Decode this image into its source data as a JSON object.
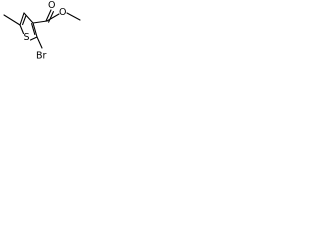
{
  "molecule": {
    "atoms": {
      "sulfur": "S",
      "bromine": "Br",
      "carbonyl_oxygen": "O",
      "ester_oxygen": "O"
    }
  }
}
